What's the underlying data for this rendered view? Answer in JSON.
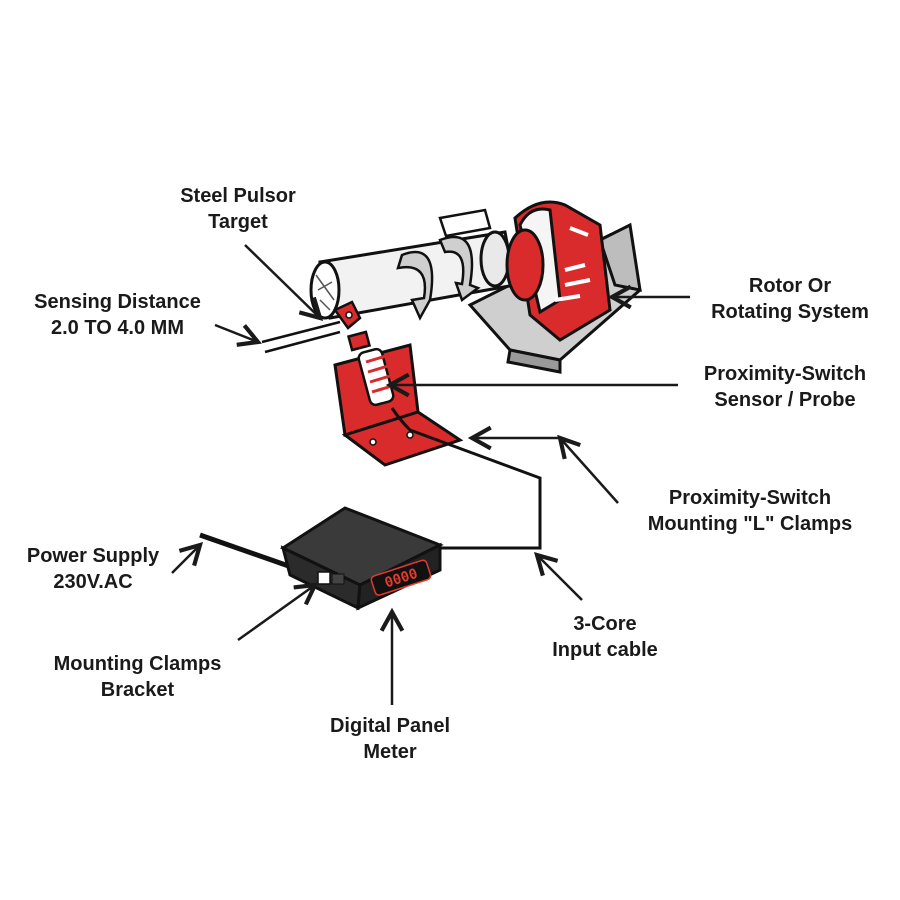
{
  "labels": {
    "steel_pulsor": [
      "Steel Pulsor",
      "Target"
    ],
    "sensing_distance": [
      "Sensing Distance",
      "2.0 TO 4.0 MM"
    ],
    "rotor": [
      "Rotor Or",
      "Rotating System"
    ],
    "probe": [
      "Proximity-Switch",
      "Sensor / Probe"
    ],
    "l_clamps": [
      "Proximity-Switch",
      "Mounting \"L\" Clamps"
    ],
    "power_supply": [
      "Power Supply",
      "230V.AC"
    ],
    "mounting_clamps": [
      "Mounting Clamps",
      "Bracket"
    ],
    "input_cable": [
      "3-Core",
      "Input cable"
    ],
    "panel_meter": [
      "Digital Panel",
      "Meter"
    ]
  },
  "meter_display": "0000",
  "colors": {
    "red": "#d92b2b",
    "dark": "#222222",
    "meter_body": "#2b2b2b",
    "display": "#e23b2e",
    "outline": "#111111",
    "shaft": "#f2f2f2",
    "arrow_grey": "#cfcfcf"
  }
}
